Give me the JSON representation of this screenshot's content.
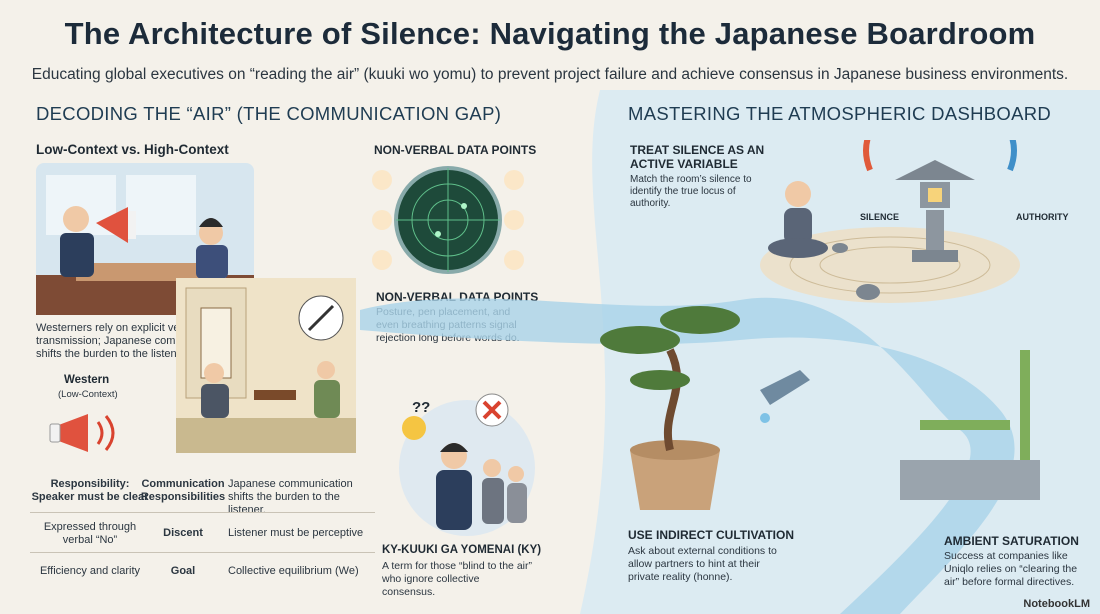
{
  "header": {
    "title": "The Architecture of Silence: Navigating the Japanese Boardroom",
    "subtitle": "Educating global executives on “reading the air” (kuuki wo yomu) to prevent project failure and achieve consensus in Japanese business environments."
  },
  "left": {
    "section_title": "DECODING THE “AIR” (THE COMMUNICATION GAP)",
    "context_heading": "Low-Context vs. High-Context",
    "context_caption": "Westerners rely on explicit verbal transmission; Japanese communication shifts the burden to the listener.",
    "western_label": "Western",
    "western_sub": "(Low-Context)",
    "table": {
      "rows": [
        {
          "left": "Responsibility: Speaker must be clear",
          "middle": "Communication Responsibilities",
          "right": "Japanese communication shifts the burden to the listener."
        },
        {
          "left": "Expressed through verbal “No”",
          "middle": "Discent",
          "right": "Listener must be perceptive"
        },
        {
          "left": "Efficiency and clarity",
          "middle": "Goal",
          "right": "Collective equilibrium (We)"
        }
      ]
    }
  },
  "middle": {
    "nonverbal_top": "NON-VERBAL DATA POINTS",
    "nonverbal_heading": "NON-VERBAL DATA POINTS",
    "nonverbal_text": "Posture, pen placement, and even breathing patterns signal rejection long before words do.",
    "ky_heading": "KY-KUUKI GA YOMENAI (KY)",
    "ky_text": "A term for those “blind to the air” who ignore collective consensus.",
    "question_marks": "??"
  },
  "right": {
    "section_title": "MASTERING THE ATMOSPHERIC DASHBOARD",
    "silence_heading": "TREAT SILENCE AS AN ACTIVE VARIABLE",
    "silence_text": "Match the room’s silence to identify the true locus of authority.",
    "gauge_silence": "SILENCE",
    "gauge_authority": "AUTHORITY",
    "cultivation_heading": "USE INDIRECT CULTIVATION",
    "cultivation_text": "Ask about external conditions to allow partners to hint at their private reality (honne).",
    "saturation_heading": "AMBIENT SATURATION",
    "saturation_text": "Success at companies like Uniqlo relies on “clearing the air” before formal directives."
  },
  "footer": {
    "brand": "NotebookLM"
  },
  "colors": {
    "water": "#8fc6e0",
    "accent_red": "#d9432f",
    "sky": "#dcecf3"
  }
}
